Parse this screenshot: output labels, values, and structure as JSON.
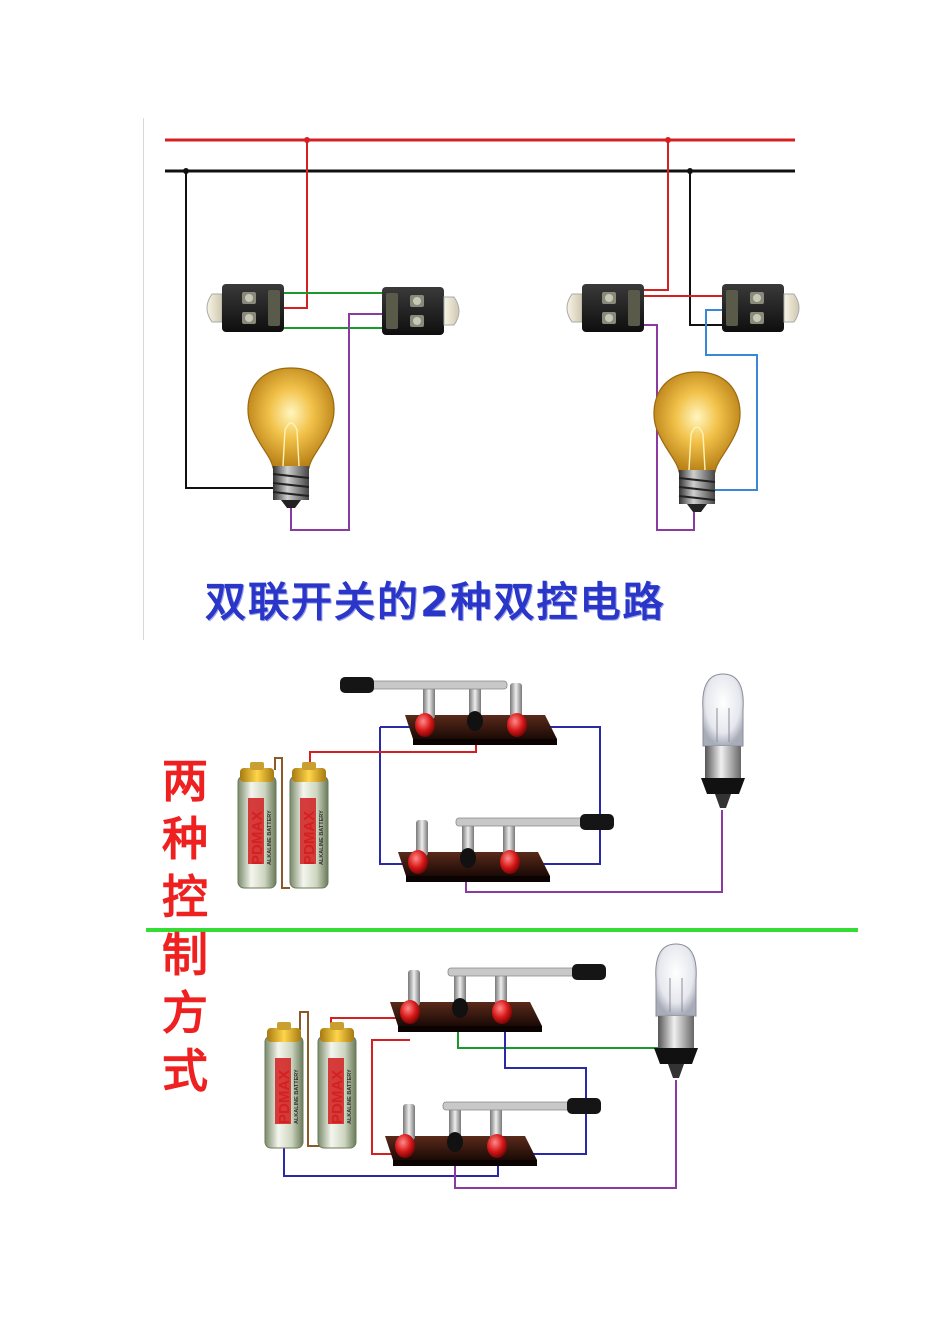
{
  "top_caption": "双联开关的2种双控电路",
  "side_title_chars": [
    "两",
    "种",
    "控",
    "制",
    "方",
    "式"
  ],
  "battery_brand": "PDMAX",
  "battery_subtext": "ALKALINE BATTERY",
  "colors": {
    "live_wire": "#d42020",
    "neutral_wire": "#111111",
    "green_wire": "#1a9a2a",
    "purple_wire": "#8a3aa0",
    "blue_wire": "#3a86d8",
    "navy_wire": "#2a2aa8",
    "brown_wire": "#8a5a2a",
    "divider": "#33dd33",
    "caption_text": "#2a36c8",
    "side_title_text": "#ee2020"
  },
  "icons": [
    "light-bulb-icon",
    "wall-switch-icon",
    "knife-switch-icon",
    "battery-icon",
    "small-bulb-icon"
  ]
}
